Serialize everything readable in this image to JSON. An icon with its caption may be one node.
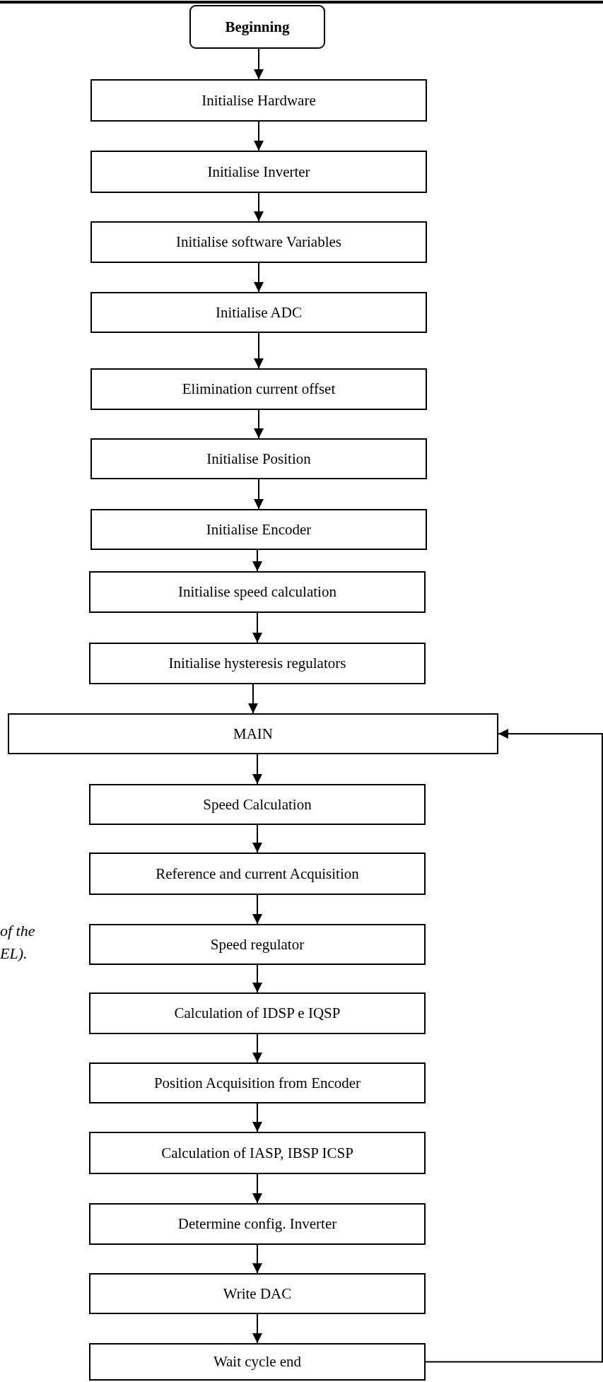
{
  "diagram": {
    "nodes": [
      {
        "text": [
          "Beginning"
        ]
      },
      {
        "text": [
          "Initialise Hardware"
        ]
      },
      {
        "text": [
          "Initialise Inverter"
        ]
      },
      {
        "text": [
          "Initialise software Variables"
        ]
      },
      {
        "text": [
          "Initialise ADC"
        ]
      },
      {
        "text": [
          "Elimination current offset"
        ]
      },
      {
        "text": [
          "Initialise Position"
        ]
      },
      {
        "text": [
          "Initialise Encoder"
        ]
      },
      {
        "text": [
          "Initialise speed calculation"
        ]
      },
      {
        "text": [
          "Initialise hysteresis regulators"
        ]
      },
      {
        "text": [
          "MAIN"
        ]
      },
      {
        "text": [
          "Speed Calculation"
        ]
      },
      {
        "text": [
          "Reference and current Acquisition"
        ]
      },
      {
        "text": [
          "Speed regulator"
        ]
      },
      {
        "text": [
          "Calculation of IDSP e IQSP"
        ]
      },
      {
        "text": [
          "Position Acquisition from Encoder"
        ]
      },
      {
        "text": [
          "Calculation of IASP, IBSP ICSP"
        ]
      },
      {
        "text": [
          "Determine config. Inverter"
        ]
      },
      {
        "text": [
          "Write DAC"
        ]
      },
      {
        "text": [
          "Wait cycle end"
        ]
      }
    ],
    "edges": [
      {
        "from": 0,
        "to": 1,
        "arrow": "to"
      },
      {
        "from": 1,
        "to": 2,
        "arrow": "to"
      },
      {
        "from": 2,
        "to": 3,
        "arrow": "to"
      },
      {
        "from": 3,
        "to": 4,
        "arrow": "to"
      },
      {
        "from": 4,
        "to": 5,
        "arrow": "to"
      },
      {
        "from": 5,
        "to": 6,
        "arrow": "to"
      },
      {
        "from": 6,
        "to": 7,
        "arrow": "to"
      },
      {
        "from": 7,
        "to": 8,
        "arrow": "to"
      },
      {
        "from": 8,
        "to": 9,
        "arrow": "to"
      },
      {
        "from": 9,
        "to": 10,
        "arrow": "to"
      },
      {
        "from": 10,
        "to": 11,
        "arrow": "to"
      },
      {
        "from": 11,
        "to": 12,
        "arrow": "to"
      },
      {
        "from": 12,
        "to": 13,
        "arrow": "to"
      },
      {
        "from": 13,
        "to": 14,
        "arrow": "to"
      },
      {
        "from": 14,
        "to": 15,
        "arrow": "to"
      },
      {
        "from": 15,
        "to": 16,
        "arrow": "to"
      },
      {
        "from": 16,
        "to": 17,
        "arrow": "to"
      },
      {
        "from": 17,
        "to": 18,
        "arrow": "to"
      },
      {
        "from": 18,
        "to": 19,
        "arrow": "to"
      },
      {
        "from": 19,
        "to": 10,
        "arrow": "to"
      }
    ],
    "labels": [
      "of the",
      "EL)."
    ]
  }
}
